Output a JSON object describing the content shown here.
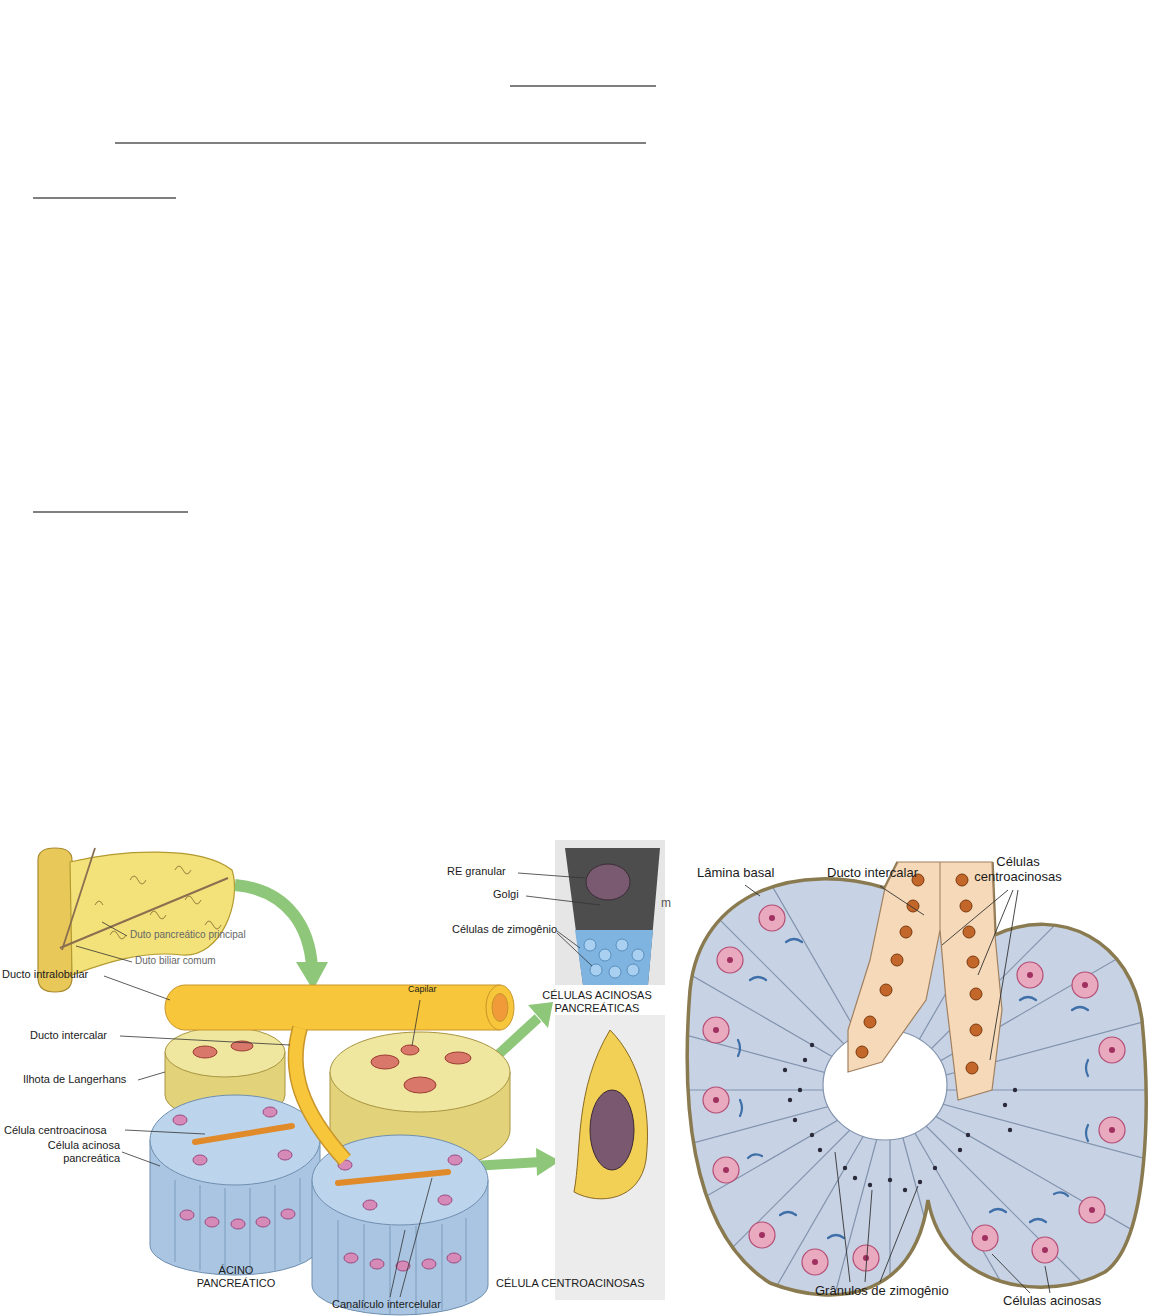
{
  "diagram": {
    "labels": [
      "Duto pancreático principal",
      "Duto biliar comum",
      "RE granular",
      "Golgi",
      "m",
      "Células de zimogênio",
      "Lâmina basal",
      "Ducto intercalar",
      "Células centroacinosas",
      "Ducto intralobular",
      "Capilar",
      "CÉLULAS ACINOSAS PANCREÁTICAS",
      "Ducto intercalar",
      "Ilhota de Langerhans",
      "Célula centroacinosa",
      "Célula acinosa pancreática",
      "ÁCINO PANCREÁTICO",
      "CÉLULA CENTROACINOSAS",
      "Grânulos de zimogênio",
      "Células acinosas",
      "Canalículo intercelular"
    ]
  }
}
